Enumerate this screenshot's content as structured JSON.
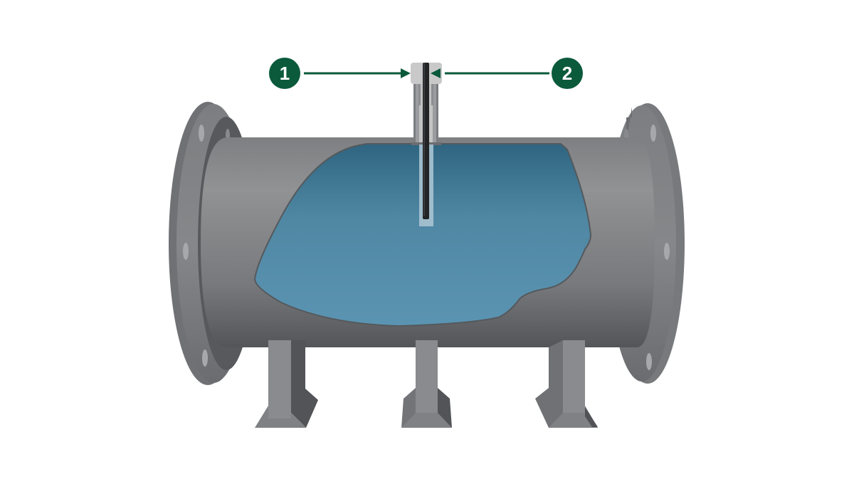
{
  "diagram": {
    "subject": "Horizontal flanged pipe section with cutaway showing fluid and an inserted thermowell with temperature sensor",
    "colors": {
      "callout_badge": "#0b5a3c",
      "callout_arrow": "#0b5a3c",
      "pipe_light": "#8e9092",
      "pipe_dark": "#55575a",
      "flange_face": "#7b7d80",
      "fluid_top": "#2f6580",
      "fluid_bottom": "#5b94b2",
      "thermowell": "#c8c8c8",
      "sensor": "#222426",
      "background": "#ffffff"
    },
    "callouts": [
      {
        "number": "1",
        "target": "thermowell",
        "side": "left"
      },
      {
        "number": "2",
        "target": "sensor",
        "side": "right"
      }
    ],
    "components": [
      "left-flange",
      "right-flange",
      "pipe-body",
      "fluid-cutaway",
      "thermowell",
      "sensor",
      "support-leg-left",
      "support-leg-center",
      "support-leg-right"
    ]
  }
}
